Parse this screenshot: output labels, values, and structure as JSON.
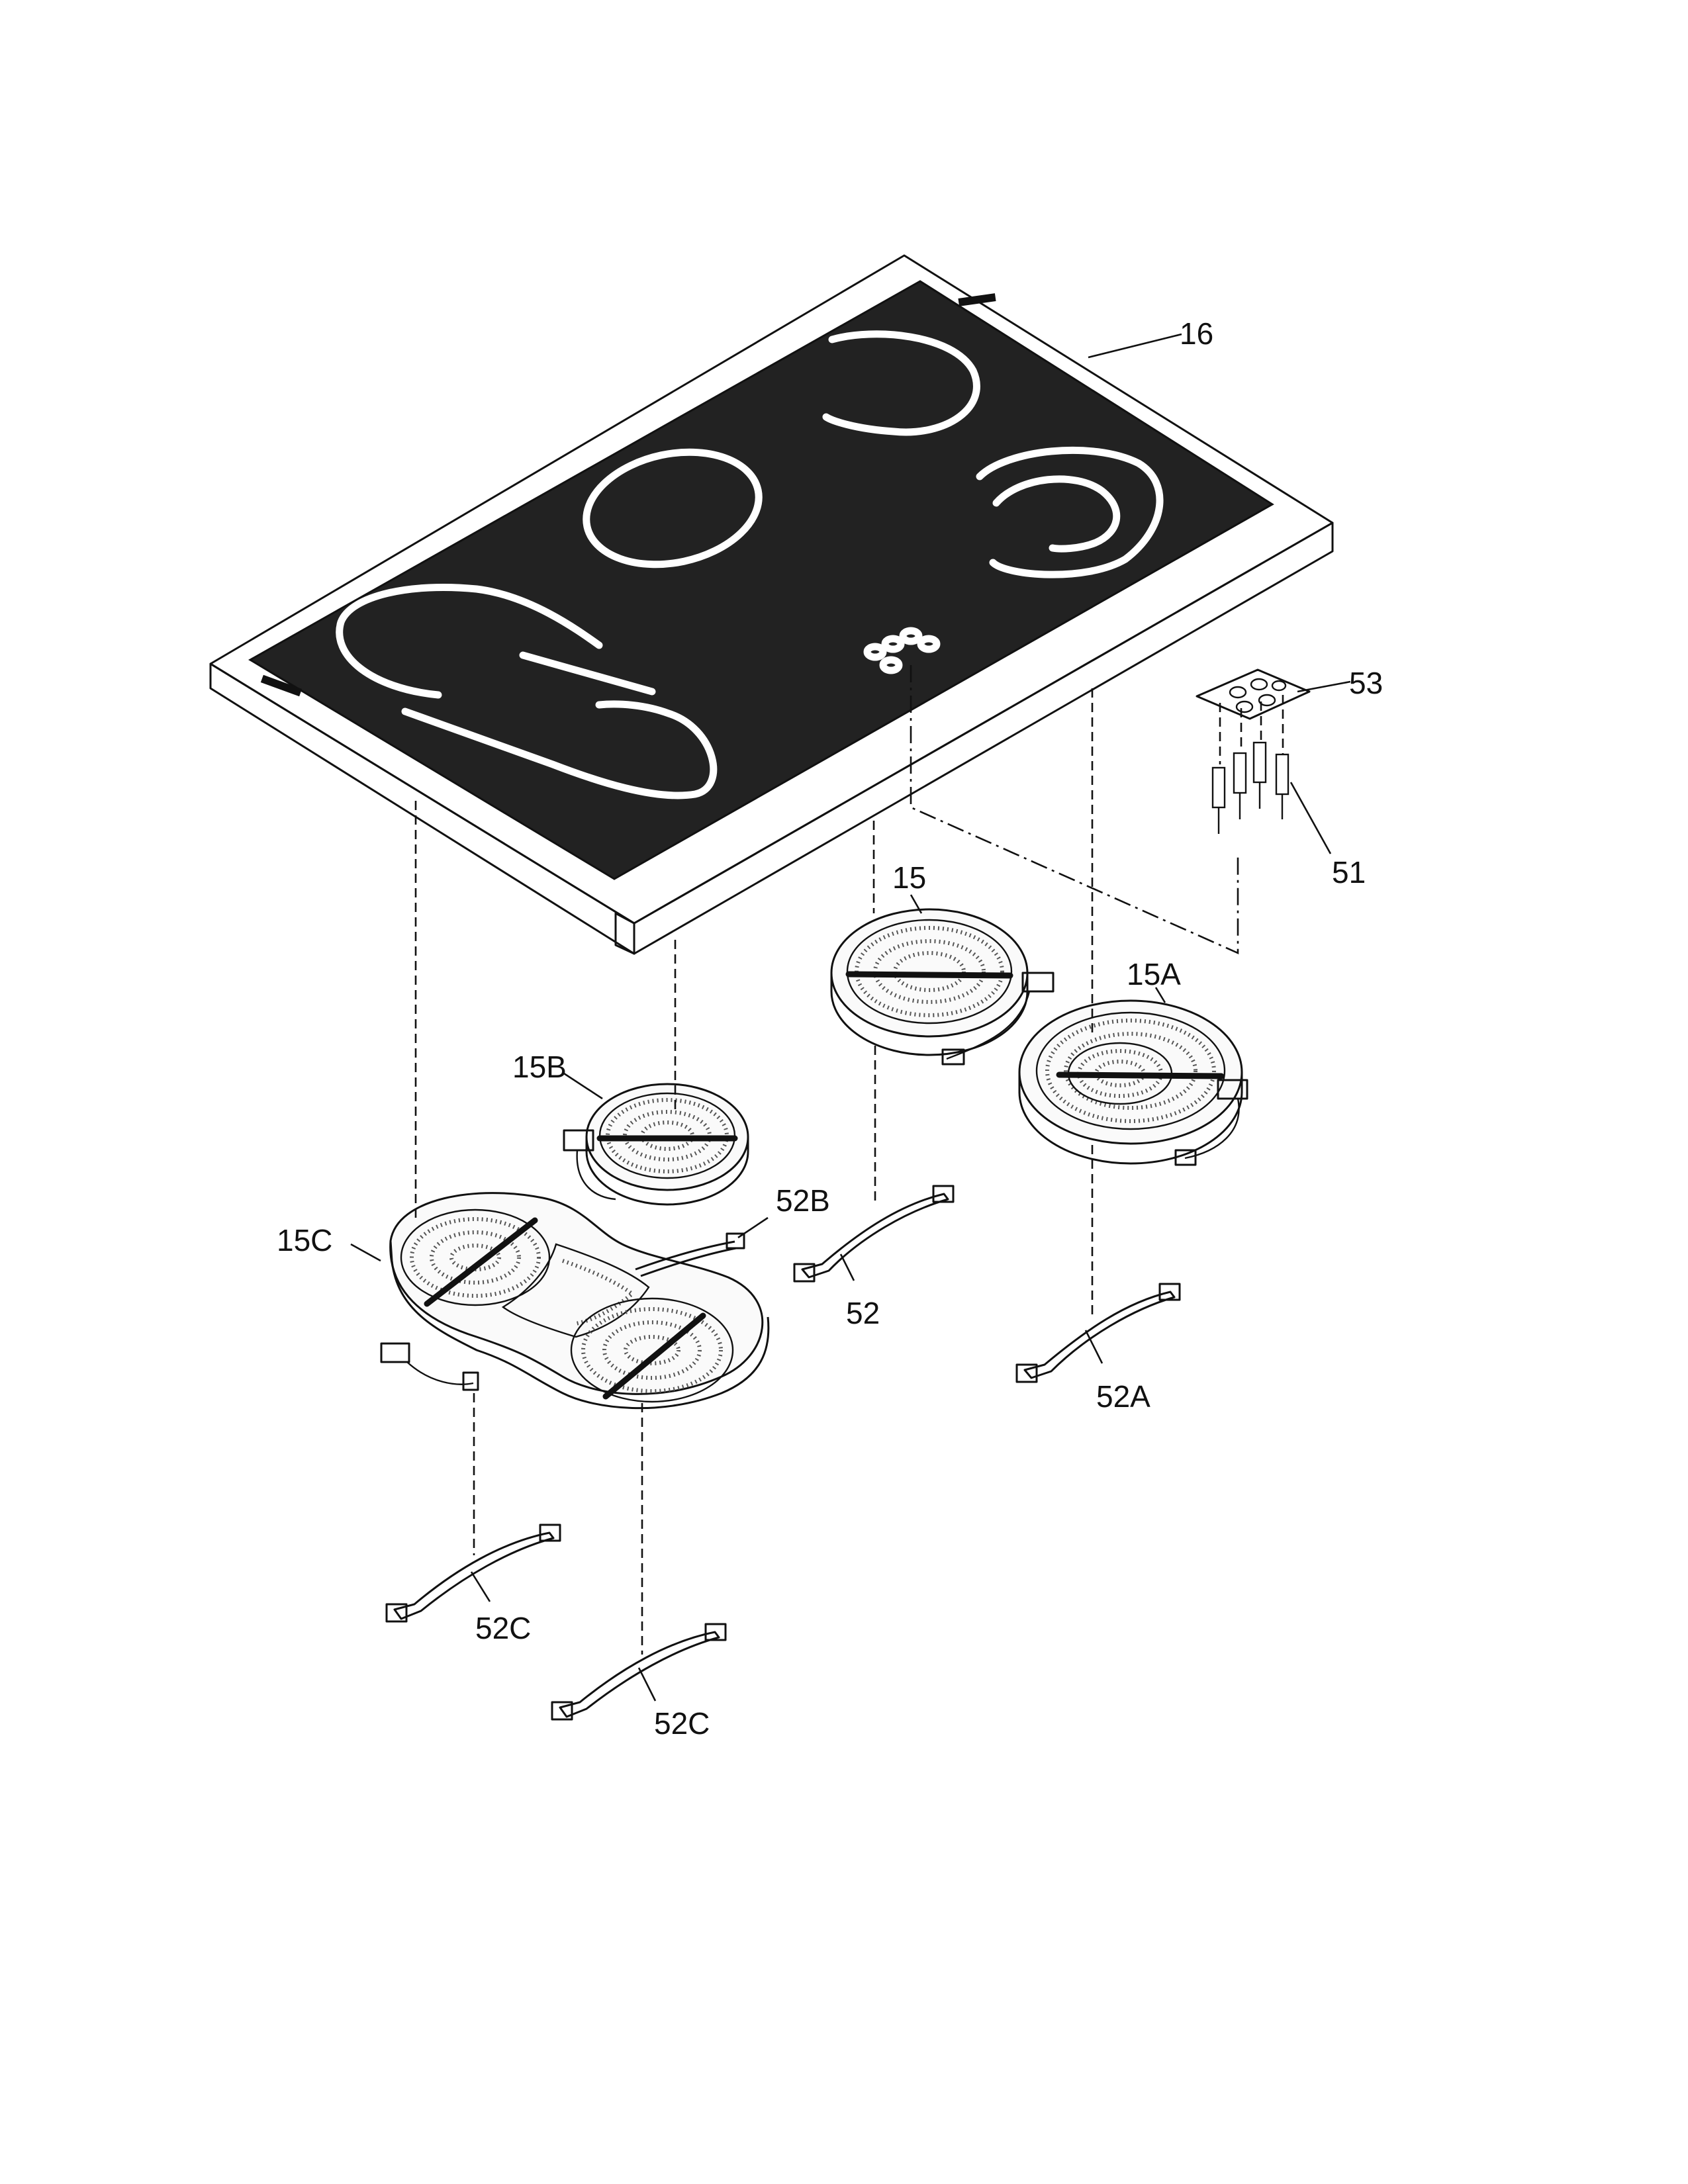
{
  "callouts": {
    "c16": "16",
    "c53": "53",
    "c51": "51",
    "c15": "15",
    "c15a": "15A",
    "c15b": "15B",
    "c15c": "15C",
    "c52": "52",
    "c52a": "52A",
    "c52b": "52B",
    "c52c_upper": "52C",
    "c52c_lower": "52C"
  },
  "colors": {
    "line": "#111111",
    "glass": "#222222",
    "zone_marks": "#ffffff",
    "paper": "#ffffff"
  }
}
